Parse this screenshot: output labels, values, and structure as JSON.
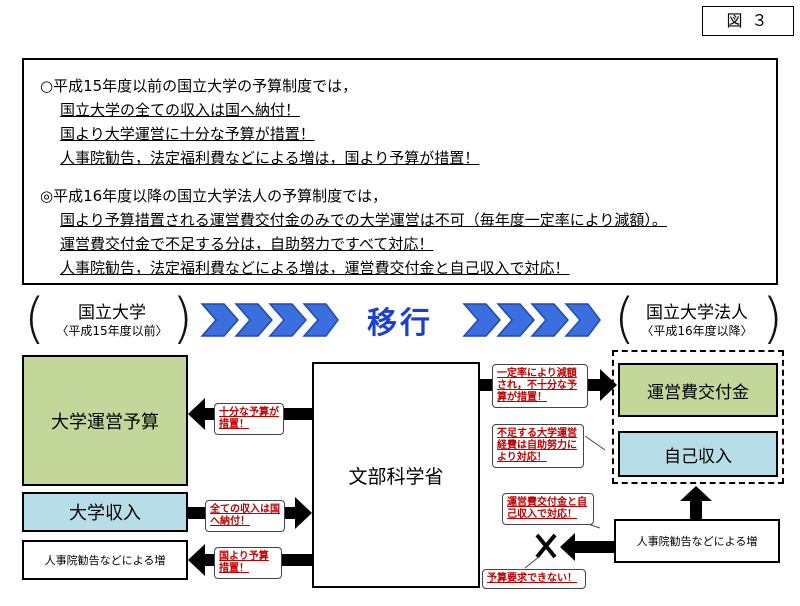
{
  "figure_label": "図 ３",
  "summary": {
    "pre_heading": "○平成15年度以前の国立大学の予算制度では，",
    "pre_points": [
      "国立大学の全ての収入は国へ納付！",
      "国より大学運営に十分な予算が措置！",
      "人事院勧告，法定福利費などによる増は，国より予算が措置！"
    ],
    "post_heading": "◎平成16年度以降の国立大学法人の予算制度では，",
    "post_points": [
      "国より予算措置される運営費交付金のみでの大学運営は不可（毎年度一定率により減額）。",
      "運営費交付金で不足する分は，自助努力ですべて対応！",
      "人事院勧告，法定福利費などによる増は，運営費交付金と自己収入で対応！"
    ]
  },
  "left_era": {
    "title": "国立大学",
    "subtitle": "〈平成15年度以前〉"
  },
  "right_era": {
    "title": "国立大学法人",
    "subtitle": "〈平成16年度以降〉"
  },
  "transition_label": "移行",
  "boxes": {
    "univ_budget": "大学運営予算",
    "univ_revenue": "大学収入",
    "hr_increase_left": "人事院勧告などによる増",
    "mext": "文部科学省",
    "grant": "運営費交付金",
    "own_revenue": "自己収入",
    "hr_increase_right": "人事院勧告などによる増"
  },
  "callouts": {
    "sufficient": "十分な予算が措置！",
    "all_revenue": "全ての収入は国へ納付！",
    "budget_from_state": "国より予算措置！",
    "reduced": "一定率により減額され，不十分な予算が措置！",
    "self_help": "不足する大学運営経費は自助努力により対応！",
    "grant_and_own": "運営費交付金と自己収入で対応！",
    "no_request": "予算要求できない！"
  }
}
